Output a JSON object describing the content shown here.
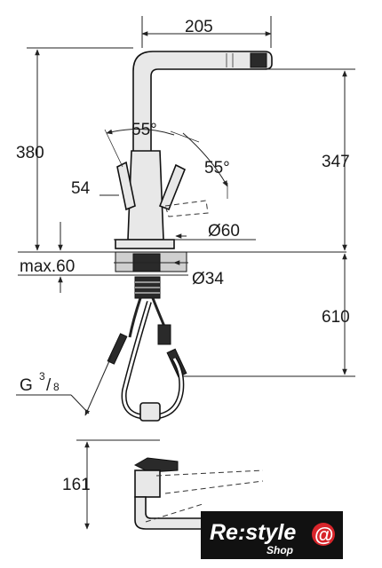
{
  "dimensions": {
    "spout_reach": "205",
    "total_height": "380",
    "spout_height": "347",
    "handle_angle_left": "55°",
    "handle_angle_right": "55°",
    "spray_offset": "54",
    "base_diameter": "Ø60",
    "deck_thickness": "max.60",
    "hole_diameter": "Ø34",
    "hose_length": "610",
    "connection_thread": "G",
    "thread_numerator": "3",
    "thread_denominator": "8",
    "side_view_height": "161"
  },
  "logo": {
    "brand": "Re:style",
    "sub": "Shop",
    "mark": "@"
  }
}
